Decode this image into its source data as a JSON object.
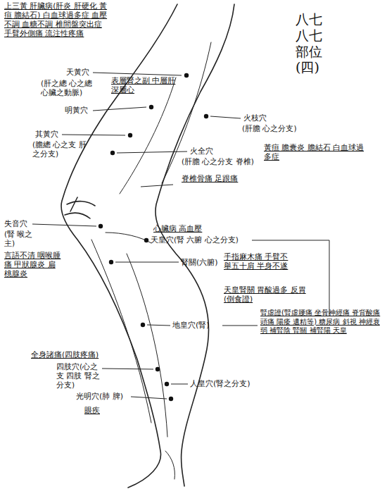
{
  "diagram": {
    "title": "八七 八七 部位 (四)",
    "labels": [
      "上三黃 肝臟病(肝炎 肝硬化 黃疸 膽結石) 白血球過多症 血壓不調 血糖不調 椎間盤突出症 手臂外側痛 流注性疼痛",
      "天黃穴",
      "(肝之總 心之總 心臟之動脈)",
      "表層腎之副 中層肝 深層心",
      "明黃穴",
      "其黃穴",
      "(膽總 心之支 肝之分支)",
      "火枝穴",
      "(肝膽 心之分支)",
      "黃疸 膽囊炎 膽結石 白血球過多症",
      "火全穴",
      "(肝膽 心之分支 脊椎)",
      "脊椎骨痛 足跟痛",
      "失音穴",
      "(腎 喉之主)",
      "言語不清 咽喉腫痛 甲狀腺炎 扁桃腺炎",
      "心臟病 高血壓",
      "天皇穴(腎 六腑 心之分支)",
      "腎關(六腑)",
      "手指麻木痛 手臂不舉五十肩 半身不遂",
      "天皇腎關 胃酸過多 反胃(倒食證)",
      "地皇穴(腎)",
      "腎虛證(腎虛腰痛 坐骨神經痛 脊背酸痛 頭痛 陽痿 遺精等) 糖尿病 斜視 神經衰弱 補腎陰 腎關 補腎陽 天皇",
      "全身諸痛(四肢疼痛)",
      "四肢穴(心之支 四肢 腎之分支)",
      "人皇穴(腎之分支)",
      "光明穴(肺 脾)",
      "眼疾"
    ]
  }
}
